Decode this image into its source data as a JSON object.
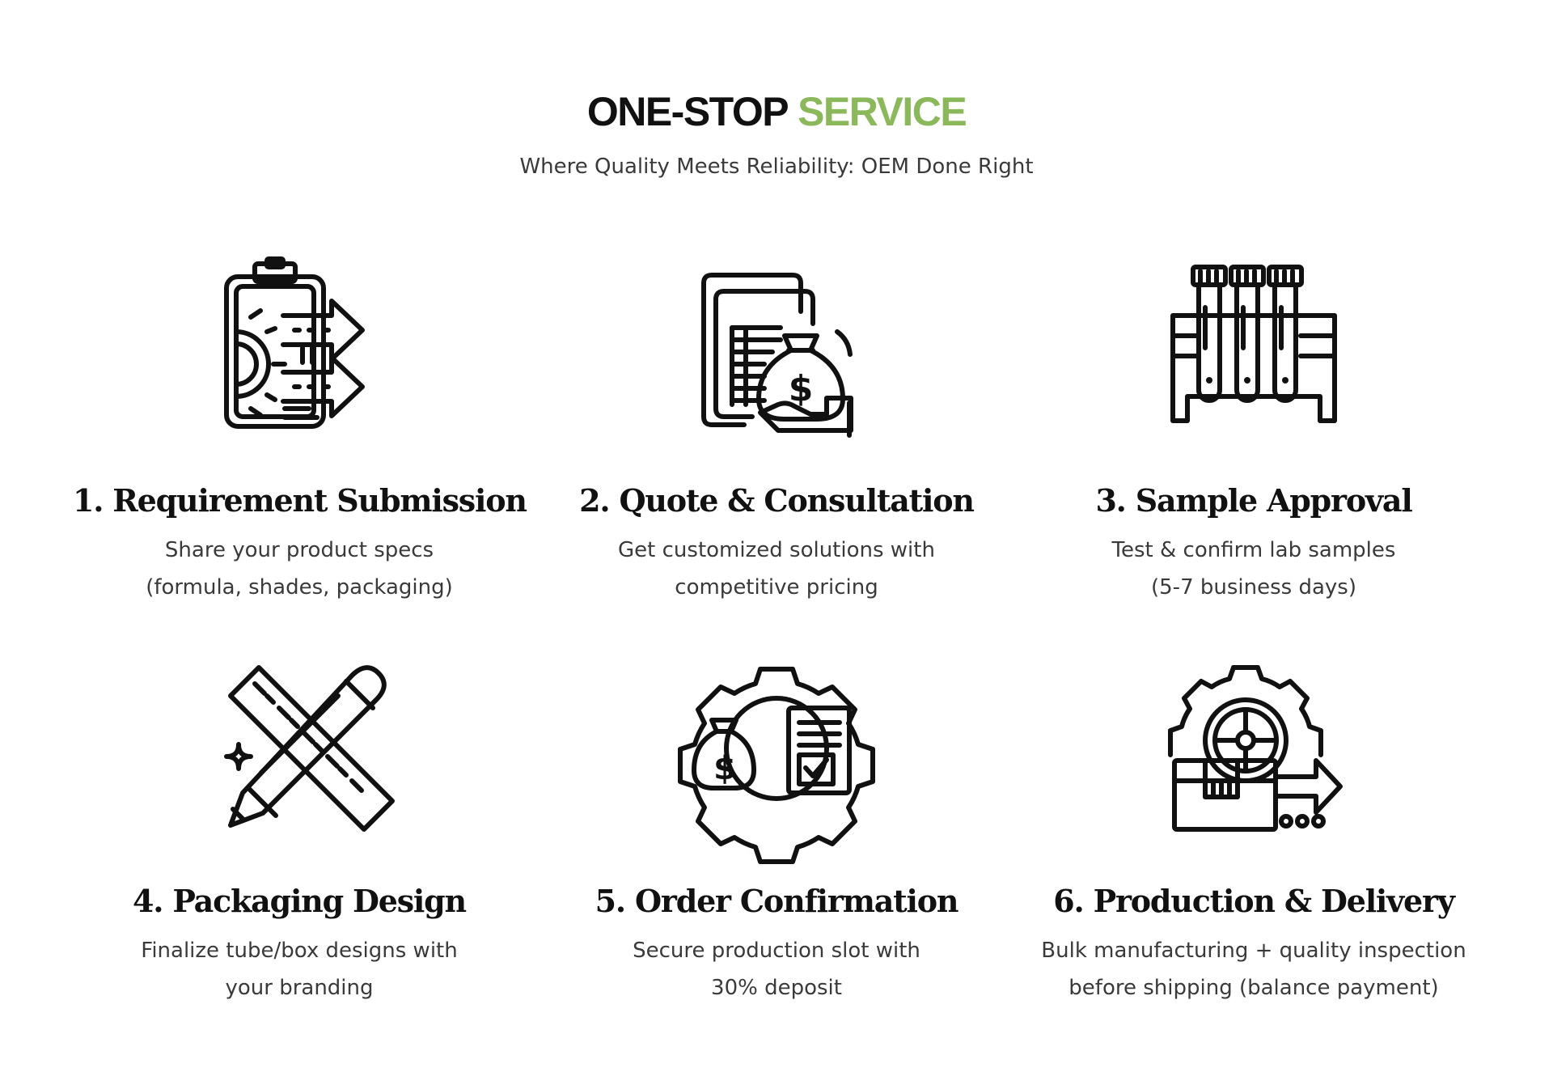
{
  "header": {
    "title_part1": "ONE-STOP",
    "title_part2": "SERVICE",
    "subtitle": "Where Quality Meets Reliability: OEM Done Right"
  },
  "colors": {
    "accent": "#8cb85c",
    "text": "#111111",
    "muted": "#3a3a3a"
  },
  "steps": [
    {
      "title": "1. Requirement Submission",
      "desc_line1": "Share your product specs",
      "desc_line2": "(formula, shades, packaging)",
      "icon": "clipboard-gear-arrows-icon"
    },
    {
      "title": "2. Quote & Consultation",
      "desc_line1": "Get customized solutions with",
      "desc_line2": "competitive pricing",
      "icon": "documents-money-bag-icon"
    },
    {
      "title": "3. Sample Approval",
      "desc_line1": "Test & confirm lab samples",
      "desc_line2": "(5-7 business days)",
      "icon": "test-tubes-rack-icon"
    },
    {
      "title": "4. Packaging Design",
      "desc_line1": "Finalize tube/box designs with",
      "desc_line2": "your branding",
      "icon": "ruler-pencil-icon"
    },
    {
      "title": "5. Order Confirmation",
      "desc_line1": "Secure production slot with",
      "desc_line2": "30% deposit",
      "icon": "gear-money-checklist-icon"
    },
    {
      "title": "6. Production & Delivery",
      "desc_line1": "Bulk manufacturing + quality inspection",
      "desc_line2": "before shipping (balance payment)",
      "icon": "gear-box-delivery-icon"
    }
  ]
}
